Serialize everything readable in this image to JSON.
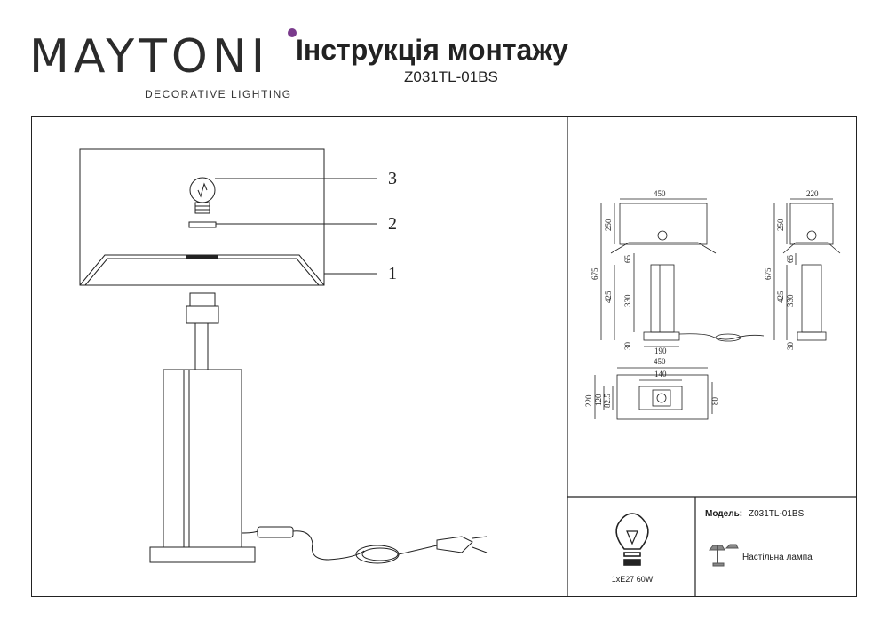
{
  "header": {
    "brand": "MAYTONI",
    "tagline": "DECORATIVE LIGHTING",
    "title": "Інструкція монтажу",
    "model": "Z031TL-01BS"
  },
  "callouts": [
    "1",
    "2",
    "3"
  ],
  "dimensions": {
    "front_width": "450",
    "side_width": "220",
    "shade_height": "250",
    "total_height": "675",
    "height_425": "425",
    "height_65": "65",
    "height_330": "330",
    "base_height": "30",
    "base_width": "190",
    "top_width": "450",
    "top_inner": "140",
    "top_depth": "220",
    "top_120": "120",
    "top_82_5": "82.5",
    "top_80": "80"
  },
  "info": {
    "model_label": "Модель:",
    "model_value": "Z031TL-01BS",
    "type": "Настільна лампа",
    "bulb": "1xE27 60W"
  },
  "colors": {
    "accent": "#7a3b8c",
    "line": "#222222"
  }
}
